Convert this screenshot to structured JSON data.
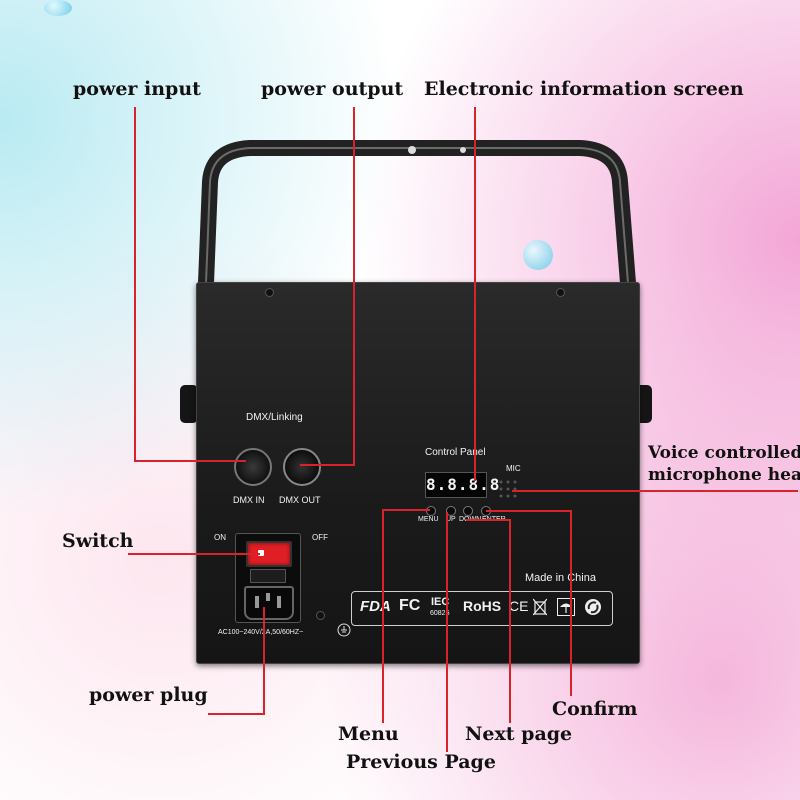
{
  "callouts": {
    "power_input": "power input",
    "power_output": "power output",
    "electronic_screen": "Electronic information screen",
    "voice_mic_line1": "Voice controlled",
    "voice_mic_line2": "microphone head",
    "switch": "Switch",
    "power_plug": "power plug",
    "confirm": "Confirm",
    "menu": "Menu",
    "next_page": "Next page",
    "previous_page": "Previous Page"
  },
  "device": {
    "dmx_title": "DMX/Linking",
    "dmx_in": "DMX IN",
    "dmx_out": "DMX OUT",
    "control_panel": "Control Panel",
    "display_value": "8.8.8.8",
    "mic": "MIC",
    "btn_menu": "MENU",
    "btn_up": "UP",
    "btn_down": "DOWN",
    "btn_enter": "ENTER",
    "on": "ON",
    "off": "OFF",
    "power_rating": "AC100~240V/2A,50/60HZ~",
    "made_in": "Made in China",
    "cert_fda": "FDA",
    "cert_fc": "FC",
    "cert_iec_top": "IEC",
    "cert_iec_bottom": "60825",
    "cert_rohs": "RoHS",
    "cert_ce": "CE"
  },
  "colors": {
    "leader_line": "#d8232a",
    "device_body": "#1c1c1c",
    "switch_red": "#e01f25"
  }
}
